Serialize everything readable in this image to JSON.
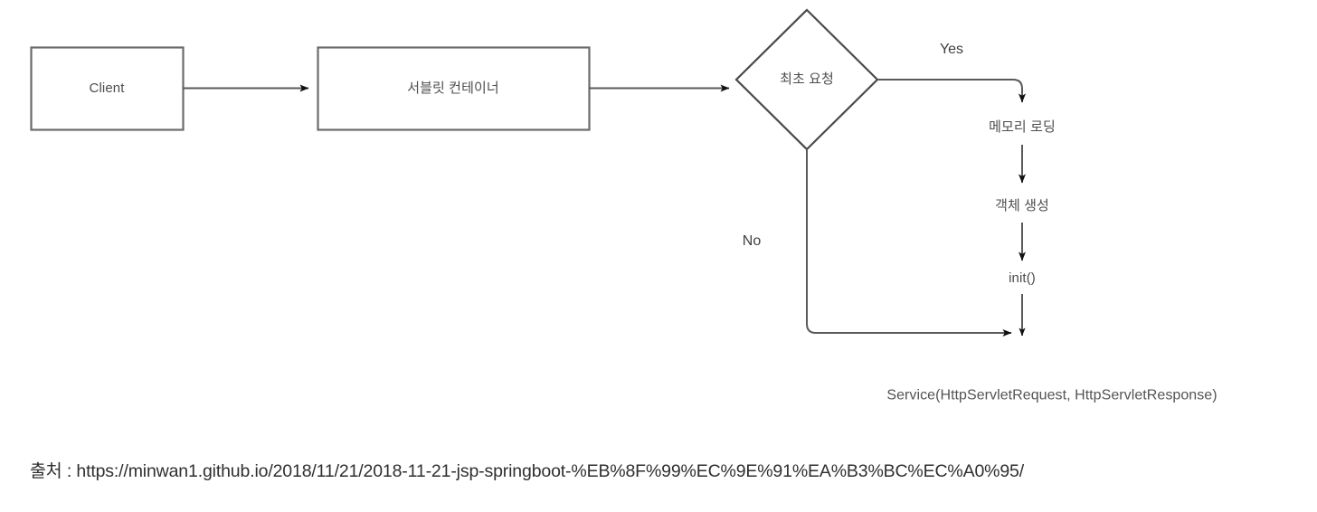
{
  "diagram": {
    "type": "flowchart",
    "title": "Servlet request lifecycle flow",
    "colors": {
      "box_stroke": "#6b6b6b",
      "diamond_stroke": "#4a4a4a",
      "edge_stroke": "#5a5a5a",
      "arrow_fill": "#111111",
      "node_text": "#4d4d4d",
      "edge_text": "#3f3f3f",
      "background": "#ffffff"
    },
    "nodes": [
      {
        "id": "client",
        "shape": "rectangle",
        "label": "Client"
      },
      {
        "id": "servlet_container",
        "shape": "rectangle",
        "label": "서블릿 컨테이너"
      },
      {
        "id": "first_request",
        "shape": "diamond",
        "label": "최초 요청"
      },
      {
        "id": "memory_load",
        "shape": "text",
        "label": "메모리 로딩"
      },
      {
        "id": "object_create",
        "shape": "text",
        "label": "객체 생성"
      },
      {
        "id": "init",
        "shape": "text",
        "label": "init()"
      },
      {
        "id": "service",
        "shape": "text",
        "label": "Service(HttpServletRequest, HttpServletResponse)"
      }
    ],
    "edges": [
      {
        "from": "client",
        "to": "servlet_container",
        "label": ""
      },
      {
        "from": "servlet_container",
        "to": "first_request",
        "label": ""
      },
      {
        "from": "first_request",
        "to": "memory_load",
        "label": "Yes"
      },
      {
        "from": "memory_load",
        "to": "object_create",
        "label": ""
      },
      {
        "from": "object_create",
        "to": "init",
        "label": ""
      },
      {
        "from": "init",
        "to": "service",
        "label": ""
      },
      {
        "from": "first_request",
        "to": "service",
        "label": "No"
      }
    ],
    "edge_labels": {
      "yes": "Yes",
      "no": "No"
    }
  },
  "caption": {
    "prefix": "출처 : ",
    "url": "https://minwan1.github.io/2018/11/21/2018-11-21-jsp-springboot-%EB%8F%99%EC%9E%91%EA%B3%BC%EC%A0%95/",
    "full": "출처 : https://minwan1.github.io/2018/11/21/2018-11-21-jsp-springboot-%EB%8F%99%EC%9E%91%EA%B3%BC%EC%A0%95/"
  }
}
